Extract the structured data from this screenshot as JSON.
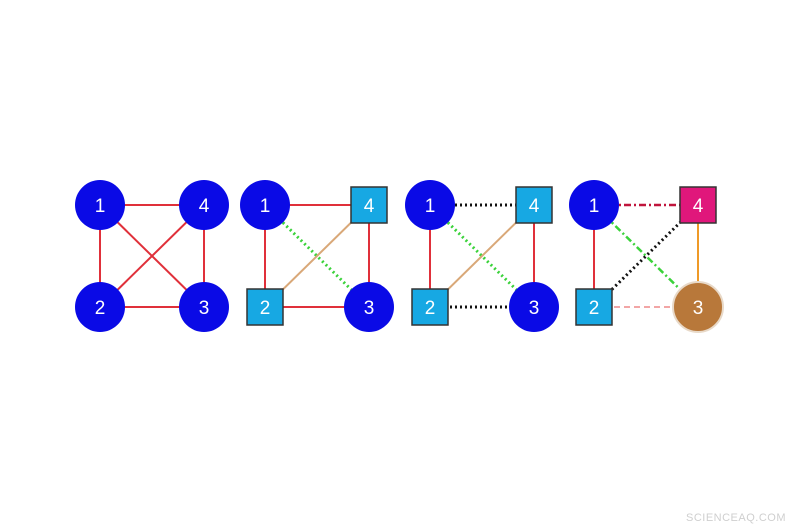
{
  "colors": {
    "node_blue": "#0a0ae6",
    "node_cyan": "#17a8e3",
    "node_magenta": "#e0177b",
    "node_brown": "#b8783a",
    "edge_red": "#e0303a",
    "edge_green": "#3ad23a",
    "edge_tan": "#d9a878",
    "edge_black": "#111111",
    "edge_orange": "#ef9a28",
    "edge_darkred": "#c0143c",
    "edge_pink": "#f2a6a6"
  },
  "panels": [
    {
      "nodes": [
        {
          "id": "1",
          "label": "1",
          "shape": "circle",
          "color": "node_blue"
        },
        {
          "id": "2",
          "label": "2",
          "shape": "circle",
          "color": "node_blue"
        },
        {
          "id": "3",
          "label": "3",
          "shape": "circle",
          "color": "node_blue"
        },
        {
          "id": "4",
          "label": "4",
          "shape": "circle",
          "color": "node_blue"
        }
      ],
      "edges": [
        {
          "from": "1",
          "to": "4",
          "color": "edge_red",
          "style": "solid"
        },
        {
          "from": "1",
          "to": "2",
          "color": "edge_red",
          "style": "solid"
        },
        {
          "from": "2",
          "to": "3",
          "color": "edge_red",
          "style": "solid"
        },
        {
          "from": "3",
          "to": "4",
          "color": "edge_red",
          "style": "solid"
        },
        {
          "from": "1",
          "to": "3",
          "color": "edge_red",
          "style": "solid"
        },
        {
          "from": "2",
          "to": "4",
          "color": "edge_red",
          "style": "solid"
        }
      ]
    },
    {
      "nodes": [
        {
          "id": "1",
          "label": "1",
          "shape": "circle",
          "color": "node_blue"
        },
        {
          "id": "2",
          "label": "2",
          "shape": "square",
          "color": "node_cyan"
        },
        {
          "id": "3",
          "label": "3",
          "shape": "circle",
          "color": "node_blue"
        },
        {
          "id": "4",
          "label": "4",
          "shape": "square",
          "color": "node_cyan"
        }
      ],
      "edges": [
        {
          "from": "1",
          "to": "4",
          "color": "edge_red",
          "style": "solid"
        },
        {
          "from": "1",
          "to": "2",
          "color": "edge_red",
          "style": "solid"
        },
        {
          "from": "2",
          "to": "3",
          "color": "edge_red",
          "style": "solid"
        },
        {
          "from": "3",
          "to": "4",
          "color": "edge_red",
          "style": "solid"
        },
        {
          "from": "1",
          "to": "3",
          "color": "edge_green",
          "style": "dotted"
        },
        {
          "from": "2",
          "to": "4",
          "color": "edge_tan",
          "style": "solid"
        }
      ]
    },
    {
      "nodes": [
        {
          "id": "1",
          "label": "1",
          "shape": "circle",
          "color": "node_blue"
        },
        {
          "id": "2",
          "label": "2",
          "shape": "square",
          "color": "node_cyan"
        },
        {
          "id": "3",
          "label": "3",
          "shape": "circle",
          "color": "node_blue"
        },
        {
          "id": "4",
          "label": "4",
          "shape": "square",
          "color": "node_cyan"
        }
      ],
      "edges": [
        {
          "from": "1",
          "to": "4",
          "color": "edge_black",
          "style": "dotted"
        },
        {
          "from": "1",
          "to": "2",
          "color": "edge_red",
          "style": "solid"
        },
        {
          "from": "2",
          "to": "3",
          "color": "edge_black",
          "style": "dotted"
        },
        {
          "from": "3",
          "to": "4",
          "color": "edge_red",
          "style": "solid"
        },
        {
          "from": "1",
          "to": "3",
          "color": "edge_green",
          "style": "dotted"
        },
        {
          "from": "2",
          "to": "4",
          "color": "edge_tan",
          "style": "solid"
        }
      ]
    },
    {
      "nodes": [
        {
          "id": "1",
          "label": "1",
          "shape": "circle",
          "color": "node_blue"
        },
        {
          "id": "2",
          "label": "2",
          "shape": "square",
          "color": "node_cyan"
        },
        {
          "id": "3",
          "label": "3",
          "shape": "circle",
          "color": "node_brown"
        },
        {
          "id": "4",
          "label": "4",
          "shape": "square",
          "color": "node_magenta"
        }
      ],
      "edges": [
        {
          "from": "1",
          "to": "4",
          "color": "edge_darkred",
          "style": "dashdot"
        },
        {
          "from": "1",
          "to": "2",
          "color": "edge_red",
          "style": "solid"
        },
        {
          "from": "2",
          "to": "3",
          "color": "edge_pink",
          "style": "dashed"
        },
        {
          "from": "3",
          "to": "4",
          "color": "edge_orange",
          "style": "solid"
        },
        {
          "from": "1",
          "to": "3",
          "color": "edge_green",
          "style": "dashdot"
        },
        {
          "from": "2",
          "to": "4",
          "color": "edge_black",
          "style": "dotted"
        }
      ]
    }
  ],
  "watermark": "SCIENCEAQ.COM"
}
